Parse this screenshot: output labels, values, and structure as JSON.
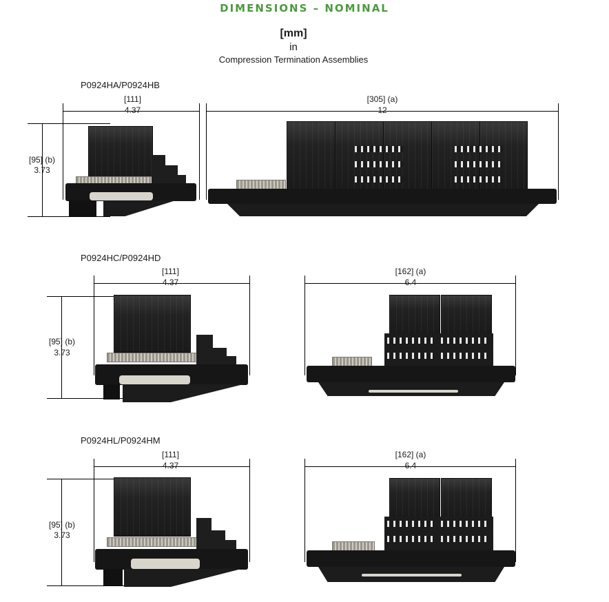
{
  "header": {
    "title": "DIMENSIONS – NOMINAL",
    "unit_mm": "[mm]",
    "unit_in": "in",
    "subtitle": "Compression Termination Assemblies"
  },
  "assemblies": [
    {
      "model": "P0924HA/P0924HB",
      "side_width_mm": "[111]",
      "side_width_in": "4.37",
      "height_mm": "[95] (b)",
      "height_in": "3.73",
      "front_width_mm": "[305] (a)",
      "front_width_in": "12"
    },
    {
      "model": "P0924HC/P0924HD",
      "side_width_mm": "[111]",
      "side_width_in": "4.37",
      "height_mm": "[95] (b)",
      "height_in": "3.73",
      "front_width_mm": "[162] (a)",
      "front_width_in": "6.4"
    },
    {
      "model": "P0924HL/P0924HM",
      "side_width_mm": "[111]",
      "side_width_in": "4.37",
      "height_mm": "[95] (b)",
      "height_in": "3.73",
      "front_width_mm": "[162] (a)",
      "front_width_in": "6.4"
    }
  ]
}
